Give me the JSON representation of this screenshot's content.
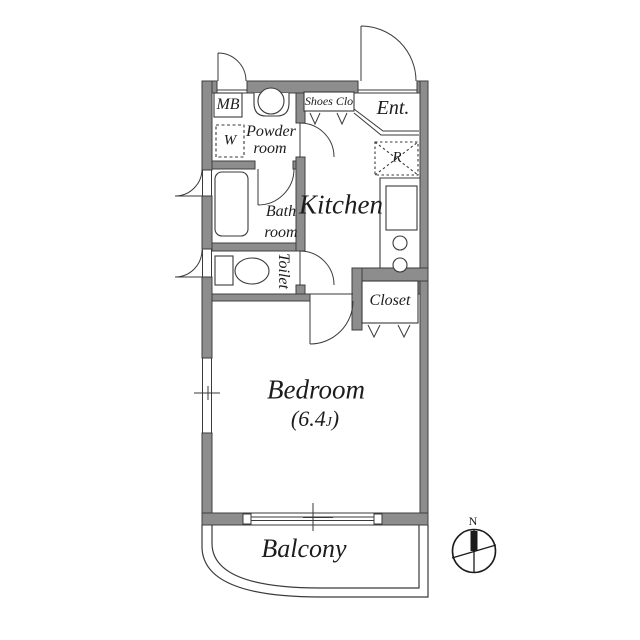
{
  "plan_type": "floorplan",
  "colors": {
    "wall": "#8d8d8d",
    "line": "#3a3a3a",
    "background": "#ffffff"
  },
  "labels": {
    "mb": "MB",
    "shoes_closet": "Shoes Clo",
    "entrance": "Ent.",
    "powder_line1": "Powder",
    "powder_line2": "room",
    "washer": "W",
    "bath_line1": "Bath",
    "bath_line2": "room",
    "toilet": "Toilet",
    "kitchen": "Kitchen",
    "refrigerator": "R",
    "closet": "Closet",
    "bedroom": "Bedroom",
    "bedroom_size_open": "(6.4",
    "bedroom_size_unit": "J",
    "bedroom_size_close": ")",
    "balcony": "Balcony",
    "compass_north": "N"
  }
}
